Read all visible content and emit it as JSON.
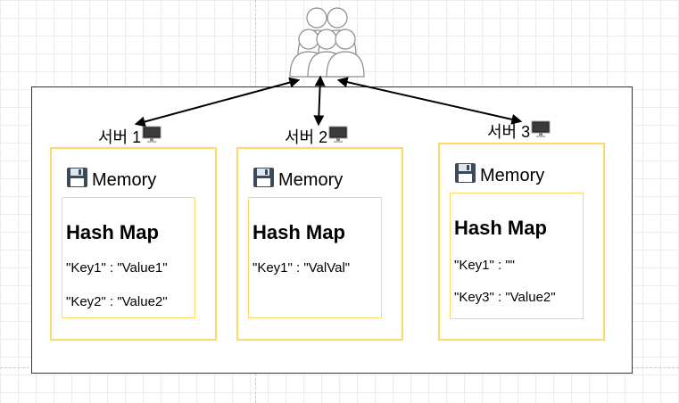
{
  "servers": [
    {
      "label": "서버 1",
      "memory_label": "Memory",
      "map_title": "Hash Map",
      "entries": [
        "\"Key1\" : \"Value1\"",
        "\"Key2\" : \"Value2\""
      ]
    },
    {
      "label": "서버 2",
      "memory_label": "Memory",
      "map_title": "Hash Map",
      "entries": [
        "\"Key1\" : \"ValVal\""
      ]
    },
    {
      "label": "서버 3",
      "memory_label": "Memory",
      "map_title": "Hash Map",
      "entries": [
        "\"Key1\" : \"\"",
        "\"Key3\" : \"Value2\""
      ]
    }
  ],
  "icons": {
    "server": "desktop-computer-icon",
    "memory": "floppy-disk-icon",
    "users": "users-group-icon"
  },
  "colors": {
    "memory_border": "#ffd866",
    "outer_border": "#333333",
    "arrow": "#000000"
  }
}
